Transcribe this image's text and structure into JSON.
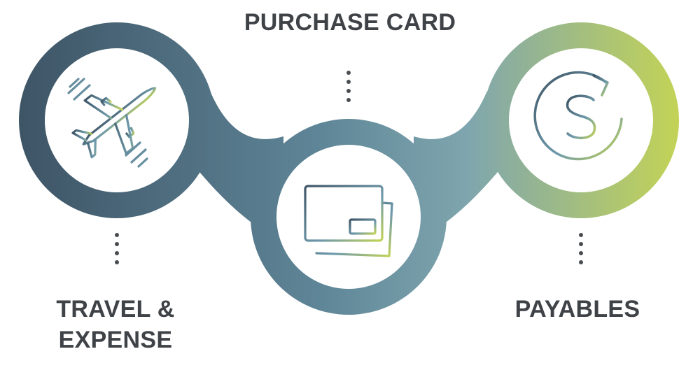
{
  "steps": [
    {
      "id": "travel-expense",
      "label_line1": "TRAVEL &",
      "label_line2": "EXPENSE",
      "icon": "airplane-icon"
    },
    {
      "id": "purchase-card",
      "label": "PURCHASE CARD",
      "icon": "credit-card-icon"
    },
    {
      "id": "payables",
      "label": "PAYABLES",
      "icon": "dollar-cycle-icon"
    }
  ],
  "colors": {
    "gradient_start": "#3e5566",
    "gradient_mid": "#6e9aab",
    "gradient_end": "#c3d356",
    "text": "#3f4347",
    "dots": "#4a4d50"
  }
}
